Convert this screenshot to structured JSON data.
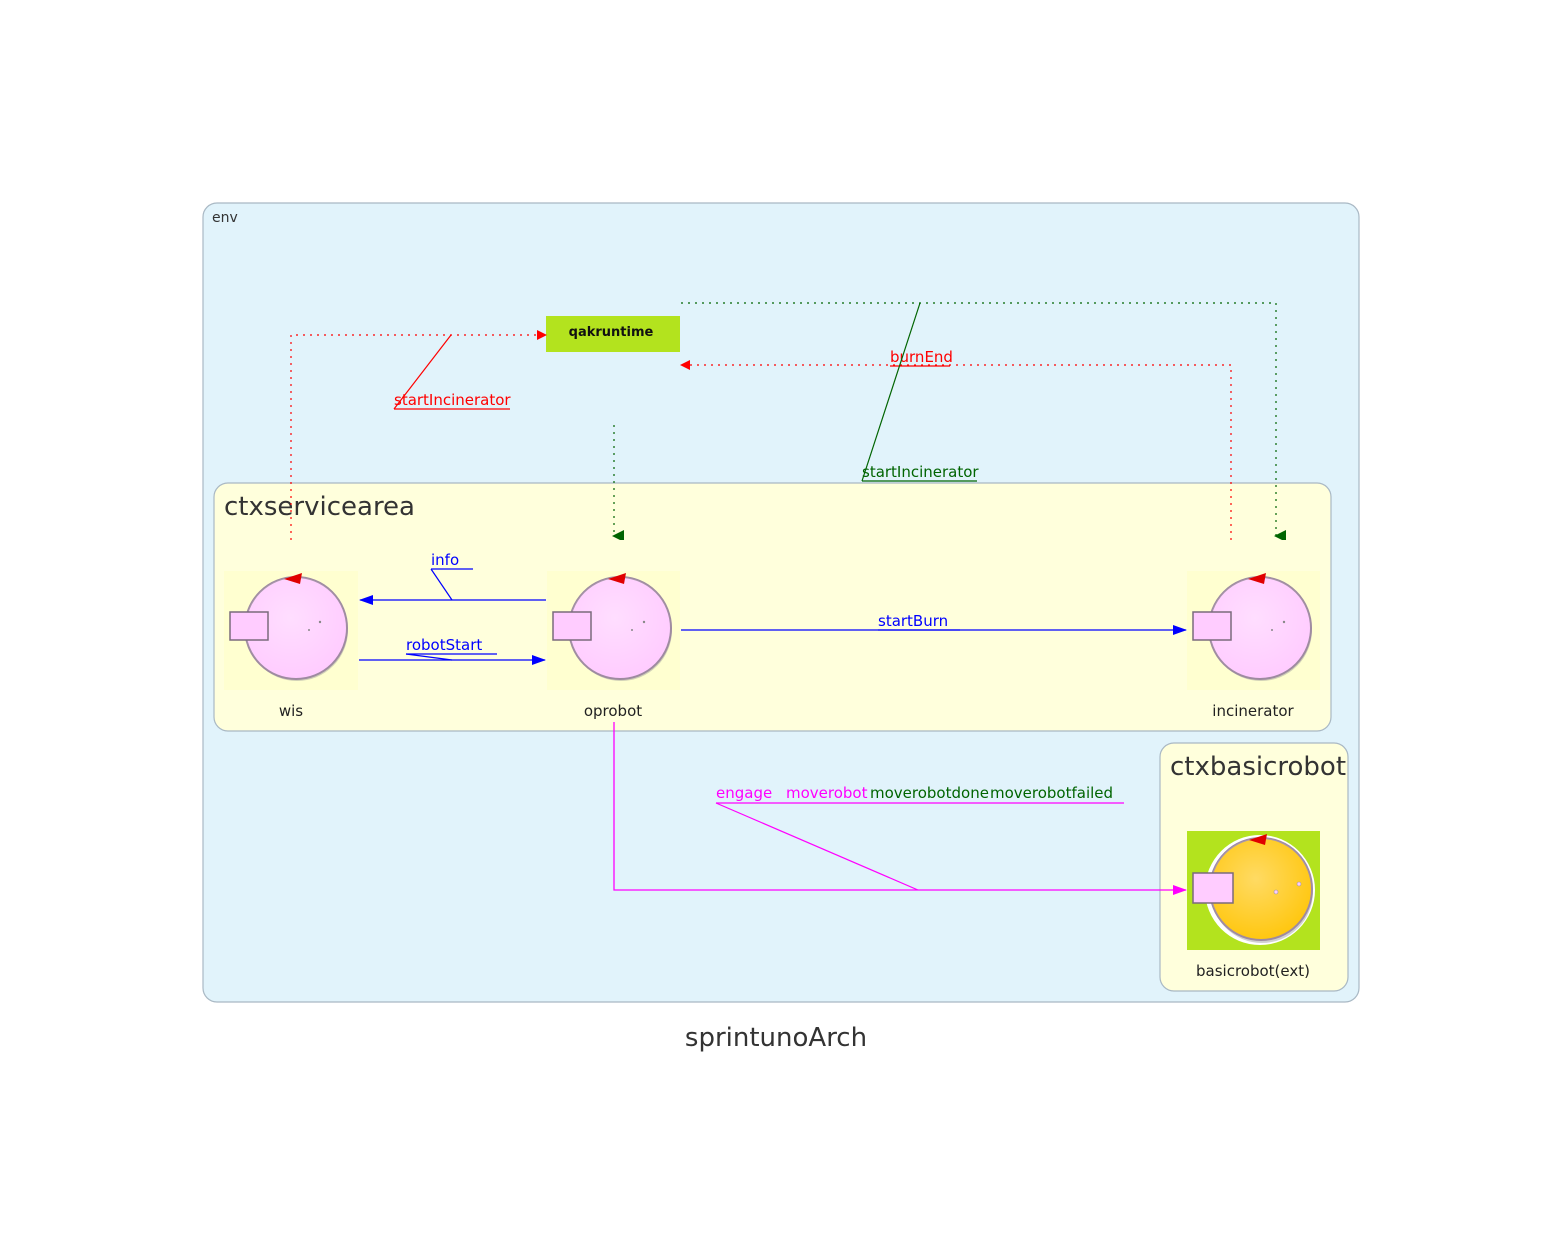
{
  "diagram": {
    "title": "sprintunoArch",
    "clusters": {
      "env": "env",
      "ctxservicearea": "ctxservicearea",
      "ctxbasicrobot": "ctxbasicrobot"
    },
    "nodes": {
      "qakruntime": "qakruntime",
      "wis": "wis",
      "oprobot": "oprobot",
      "incinerator": "incinerator",
      "basicrobot": "basicrobot(ext)"
    },
    "edges": {
      "wis_to_qakruntime": "startIncinerator",
      "incinerator_to_qakruntime": "burnEnd",
      "qakruntime_to_incinerator": "startIncinerator",
      "oprobot_to_wis": "info",
      "wis_to_oprobot": "robotStart",
      "oprobot_to_incinerator": "startBurn",
      "oprobot_to_basicrobot": {
        "engage": "engage",
        "moverobot": "moverobot",
        "moverobotdone": "moverobotdone",
        "moverobotfailed": "moverobotfailed"
      }
    },
    "colors": {
      "env_fill": "#e1f3fb",
      "context_fill": "#ffffdc",
      "qakruntime_fill": "#b3e31e",
      "actor_fill": "#ffccff",
      "ext_actor_fill": "#ffc710",
      "event_edge": "#ff0000",
      "event_reply_edge": "#006400",
      "dispatch_edge": "#0000ff",
      "request_edge": "#ff00ff"
    }
  }
}
